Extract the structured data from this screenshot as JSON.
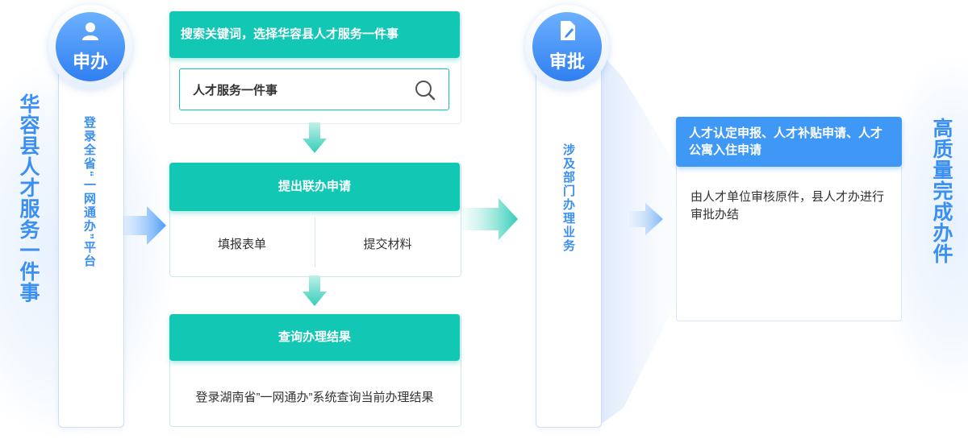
{
  "left_title": "华容县人才服务一件事",
  "right_title": "高质量完成办件",
  "apply": {
    "circle_label": "申办",
    "text": "登录全省“一网通办”平台"
  },
  "approve": {
    "circle_label": "审批",
    "text": "涉及部门办理业务"
  },
  "search": {
    "bar_label": "搜索关键词，选择华容县人才服务一件事",
    "input_value": "人才服务一件事"
  },
  "joint": {
    "bar_label": "提出联办申请",
    "left_item": "填报表单",
    "right_item": "提交材料"
  },
  "result": {
    "bar_label": "查询办理结果",
    "desc": "登录湖南省”一网通办”系统查询当前办理结果"
  },
  "final": {
    "header": "人才认定申报、人才补贴申请、人才公寓入住申请",
    "desc": "由人才单位审核原件，县人才办进行审批办结"
  },
  "colors": {
    "blue": "#3b8ff2",
    "green": "#12c7b3"
  }
}
